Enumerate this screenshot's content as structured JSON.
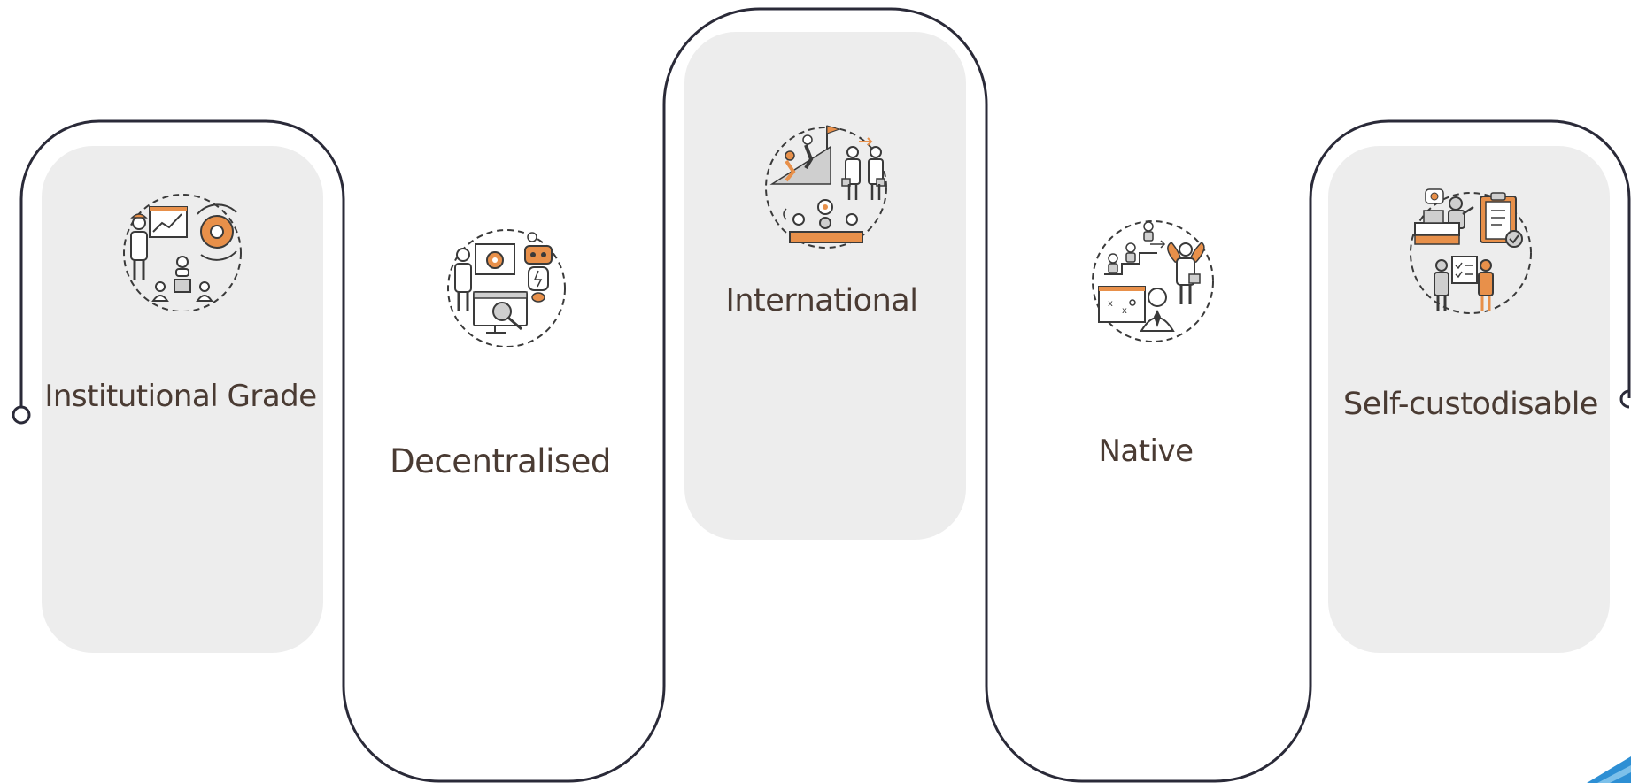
{
  "steps": [
    {
      "label": "Institutional Grade",
      "icon": "growth-strategy-icon"
    },
    {
      "label": "Decentralised",
      "icon": "automation-robot-icon"
    },
    {
      "label": "International",
      "icon": "global-teamwork-icon"
    },
    {
      "label": "Native",
      "icon": "career-mentor-icon"
    },
    {
      "label": "Self-custodisable",
      "icon": "planning-checklist-icon"
    }
  ],
  "colors": {
    "line": "#2a2a38",
    "panel": "#ededed",
    "text": "#4a3b33",
    "accent": "#e8904a",
    "icon_stroke": "#3a3a3a",
    "icon_fill": "#cfcfcf",
    "logo": "#2d8fd4"
  }
}
